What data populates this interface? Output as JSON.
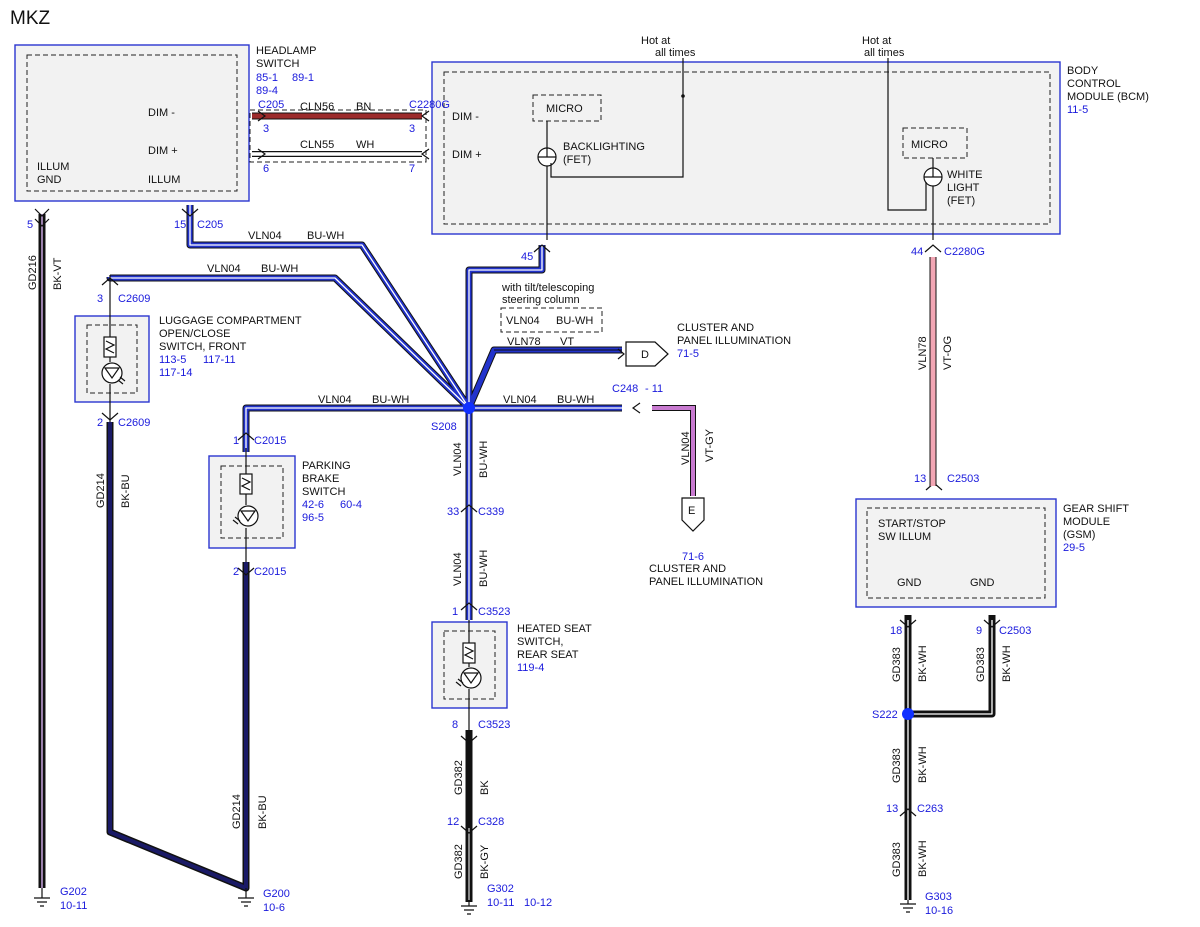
{
  "title": "MKZ",
  "colors": {
    "blue_white": "#2233cc",
    "black_violet": "#2a1a3a",
    "black_blue": "#1a1a66",
    "black": "#111111",
    "brown": "#9c2b2b",
    "white_wire": "#ffffff",
    "violet_orange": "#f2a6b4",
    "violet_gray": "#c87ad0",
    "splice": "#1030ff",
    "connector_num": "#1a1adc"
  },
  "components": {
    "headlamp_switch": {
      "name_lines": [
        "HEADLAMP",
        "SWITCH"
      ],
      "refs": [
        "85-1",
        "89-1",
        "89-4"
      ],
      "pins": [
        "DIM -",
        "DIM +",
        "ILLUM",
        "ILLUM",
        "GND"
      ]
    },
    "bcm": {
      "name_lines": [
        "BODY",
        "CONTROL",
        "MODULE (BCM)"
      ],
      "ref": "11-5",
      "pins": [
        "DIM -",
        "DIM +"
      ],
      "micro1": "MICRO",
      "micro2": "MICRO",
      "backlighting": [
        "BACKLIGHTING",
        "(FET)"
      ],
      "white_light": [
        "WHITE",
        "LIGHT",
        "(FET)"
      ],
      "hot1": [
        "Hot at",
        "all times"
      ],
      "hot2": [
        "Hot at",
        "all times"
      ]
    },
    "luggage_switch": {
      "name_lines": [
        "LUGGAGE COMPARTMENT",
        "OPEN/CLOSE",
        "SWITCH, FRONT"
      ],
      "refs": [
        "113-5",
        "117-11",
        "117-14"
      ]
    },
    "parking_brake": {
      "name_lines": [
        "PARKING",
        "BRAKE",
        "SWITCH"
      ],
      "refs": [
        "42-6",
        "60-4",
        "96-5"
      ]
    },
    "heated_seat": {
      "name_lines": [
        "HEATED SEAT",
        "SWITCH,",
        "REAR SEAT"
      ],
      "ref": "119-4"
    },
    "gsm": {
      "name_lines": [
        "GEAR SHIFT",
        "MODULE",
        "(GSM)"
      ],
      "ref": "29-5",
      "inner": [
        "START/STOP",
        "SW ILLUM"
      ],
      "gnd1": "GND",
      "gnd2": "GND"
    },
    "cluster_d": {
      "letter": "D",
      "name_lines": [
        "CLUSTER AND",
        "PANEL ILLUMINATION"
      ],
      "ref": "71-5"
    },
    "cluster_e": {
      "letter": "E",
      "name_lines": [
        "CLUSTER AND",
        "PANEL ILLUMINATION"
      ],
      "ref": "71-6"
    },
    "tilt_note": {
      "lines": [
        "with tilt/telescoping",
        "steering column"
      ],
      "circuit": "VLN04",
      "color": "BU-WH"
    }
  },
  "connectors": {
    "c205_a": "C205",
    "c205_b": "C205",
    "c2280g_a": "C2280G",
    "c2280g_b": "C2280G",
    "c2609_a": "C2609",
    "c2609_b": "C2609",
    "c2015_a": "C2015",
    "c2015_b": "C2015",
    "c339": "C339",
    "c3523_a": "C3523",
    "c3523_b": "C3523",
    "c328": "C328",
    "c248": "C248",
    "c2503_a": "C2503",
    "c2503_b": "C2503",
    "c263": "C263"
  },
  "pins": {
    "p3a": "3",
    "p3b": "3",
    "p6": "6",
    "p7": "7",
    "p5": "5",
    "p15": "15",
    "p45": "45",
    "p44": "44",
    "p3c": "3",
    "p2a": "2",
    "p1a": "1",
    "p2b": "2",
    "p33": "33",
    "p1b": "1",
    "p8": "8",
    "p12": "12",
    "p11": "- 11",
    "p13a": "13",
    "p18": "18",
    "p9": "9",
    "p13b": "13"
  },
  "splices": {
    "s208": "S208",
    "s222": "S222"
  },
  "grounds": {
    "g202": {
      "name": "G202",
      "ref": "10-11"
    },
    "g200": {
      "name": "G200",
      "ref": "10-6"
    },
    "g302": {
      "name": "G302",
      "refs": [
        "10-11",
        "10-12"
      ]
    },
    "g303": {
      "name": "G303",
      "ref": "10-16"
    }
  },
  "wires": {
    "cln56": {
      "circuit": "CLN56",
      "color": "BN"
    },
    "cln55": {
      "circuit": "CLN55",
      "color": "WH"
    },
    "vln04_top": {
      "circuit": "VLN04",
      "color": "BU-WH"
    },
    "vln04_lug": {
      "circuit": "VLN04",
      "color": "BU-WH"
    },
    "vln78_d": {
      "circuit": "VLN78",
      "color": "VT"
    },
    "vln04_pb": {
      "circuit": "VLN04",
      "color": "BU-WH"
    },
    "vln04_c248": {
      "circuit": "VLN04",
      "color": "BU-WH"
    },
    "vln04_down1": {
      "circuit": "VLN04",
      "color": "BU-WH"
    },
    "vln04_down2": {
      "circuit": "VLN04",
      "color": "BU-WH"
    },
    "vln04_e": {
      "circuit": "VLN04",
      "color": "VT-GY"
    },
    "vln78_gsm": {
      "circuit": "VLN78",
      "color": "VT-OG"
    },
    "gd216": {
      "circuit": "GD216",
      "color": "BK-VT"
    },
    "gd214_a": {
      "circuit": "GD214",
      "color": "BK-BU"
    },
    "gd214_b": {
      "circuit": "GD214",
      "color": "BK-BU"
    },
    "gd382_a": {
      "circuit": "GD382",
      "color": "BK"
    },
    "gd382_b": {
      "circuit": "GD382",
      "color": "BK-GY"
    },
    "gd383_a": {
      "circuit": "GD383",
      "color": "BK-WH"
    },
    "gd383_b": {
      "circuit": "GD383",
      "color": "BK-WH"
    },
    "gd383_c": {
      "circuit": "GD383",
      "color": "BK-WH"
    },
    "gd383_d": {
      "circuit": "GD383",
      "color": "BK-WH"
    }
  }
}
